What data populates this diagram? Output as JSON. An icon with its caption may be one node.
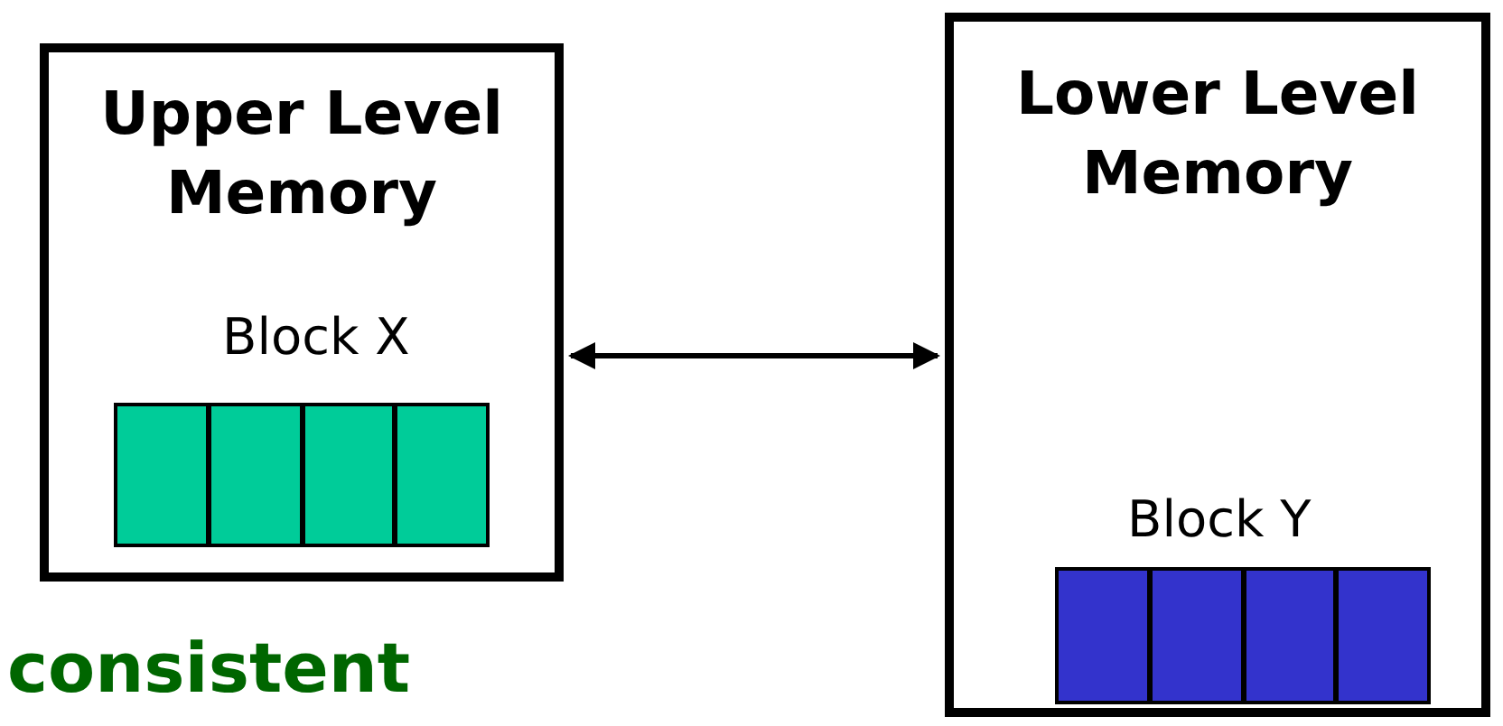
{
  "diagram": {
    "nodes": [
      {
        "text": [
          "Upper Level Memory"
        ]
      },
      {
        "text": [
          "Lower Level Memory"
        ]
      }
    ],
    "edges": [
      {
        "from": 0,
        "to": 1,
        "arrow": "both"
      }
    ],
    "labels": [
      "Block X",
      "Block Y",
      "consistent"
    ]
  }
}
